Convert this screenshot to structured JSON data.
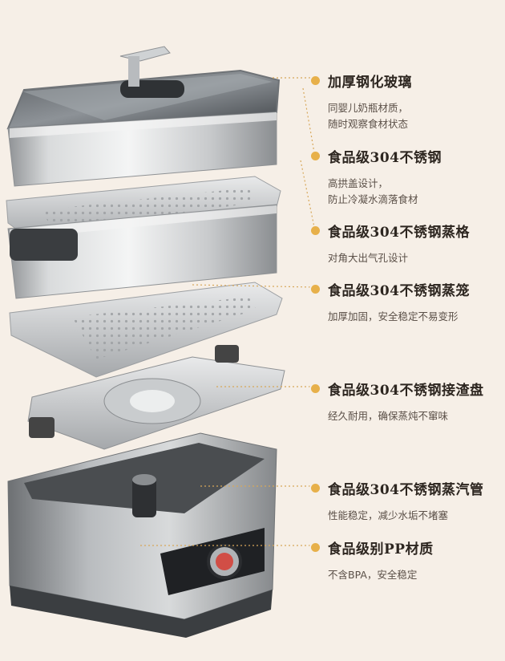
{
  "features": [
    {
      "title": "加厚钢化玻璃",
      "desc": [
        "同婴儿奶瓶材质，",
        "随时观察食材状态"
      ]
    },
    {
      "title": "食品级304不锈钢",
      "desc": [
        "高拱盖设计，",
        "防止冷凝水滴落食材"
      ]
    },
    {
      "title": "食品级304不锈钢蒸格",
      "desc": [
        "对角大出气孔设计"
      ]
    },
    {
      "title": "食品级304不锈钢蒸笼",
      "desc": [
        "加厚加固，安全稳定不易变形"
      ]
    },
    {
      "title": "食品级304不锈钢接渣盘",
      "desc": [
        "经久耐用，确保蒸炖不窜味"
      ]
    },
    {
      "title": "食品级304不锈钢蒸汽管",
      "desc": [
        "性能稳定，减少水垢不堵塞"
      ]
    },
    {
      "title": "食品级别PP材质",
      "desc": [
        "不含BPA，安全稳定"
      ]
    }
  ],
  "colors": {
    "accent": "#e7b04a",
    "background": "#f6efe7",
    "title": "#2d2620",
    "desc": "#5b5048"
  }
}
